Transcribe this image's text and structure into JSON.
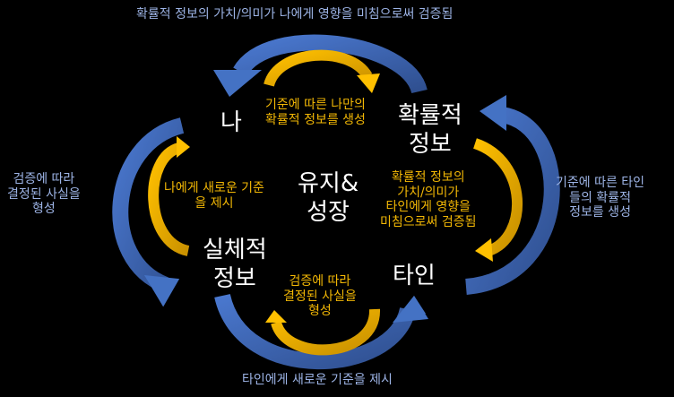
{
  "colors": {
    "background": "#000000",
    "blue_arrow": "#4472c4",
    "gold_arrow": "#ffc000",
    "blue_text": "#9db4e6",
    "gold_text": "#f2b705",
    "node_text": "#ffffff"
  },
  "nodes": {
    "me": "나",
    "prob_info": [
      "확률적",
      "정보"
    ],
    "center": [
      "유지&",
      "성장"
    ],
    "real_info": [
      "실체적",
      "정보"
    ],
    "others": "타인"
  },
  "outer_labels": {
    "top": "확률적 정보의 가치/의미가 나에게 영향을 미침으로써 검증됨",
    "left": [
      "검증에 따라",
      "결정된 사실을",
      "형성"
    ],
    "right": [
      "기준에 따른 타인",
      "들의 확률적",
      "정보를 생성"
    ],
    "bottom": "타인에게 새로운 기준을 제시"
  },
  "inner_labels": {
    "top": [
      "기준에 따른 나만의",
      "확률적 정보를 생성"
    ],
    "left": [
      "나에게 새로운 기준",
      "을 제시"
    ],
    "right": [
      "확률적 정보의",
      "가치/의미가",
      "타인에게 영향을",
      "미침으로써 검증됨"
    ],
    "bottom": [
      "검증에 따라",
      "결정된 사실을",
      "형성"
    ]
  }
}
